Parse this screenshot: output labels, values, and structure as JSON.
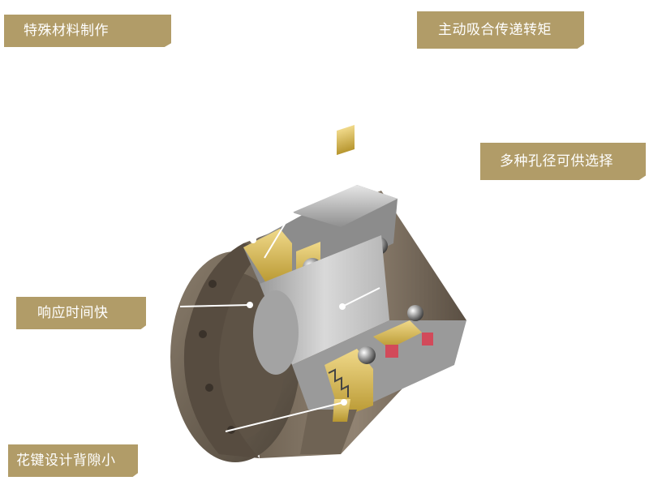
{
  "labels": {
    "special_material": "特殊材料制作",
    "active_torque": "主动吸合传递转矩",
    "bore_options": "多种孔径可供选择",
    "fast_response": "响应时间快",
    "spline_design": "花键设计背隙小"
  },
  "colors": {
    "label_background": "#b19c68",
    "label_text": "#ffffff",
    "housing": "#6e6355",
    "gold_parts": "#d8bf5a"
  }
}
